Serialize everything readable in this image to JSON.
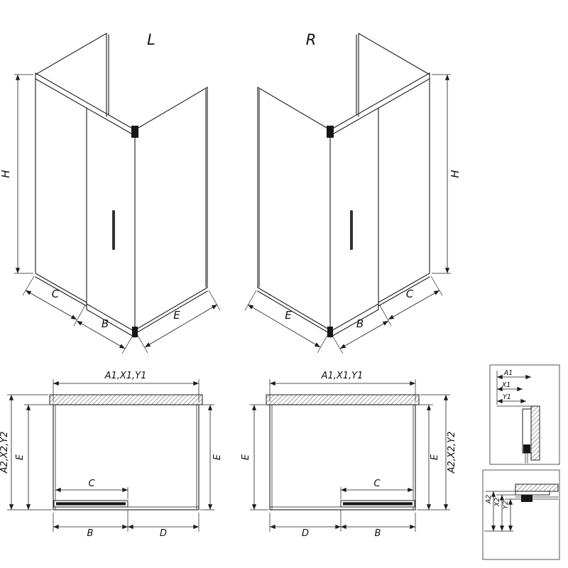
{
  "drawing": {
    "iso_left": {
      "label": "L",
      "dim_h": "H",
      "dim_c": "C",
      "dim_b": "B",
      "dim_e": "E"
    },
    "iso_right": {
      "label": "R",
      "dim_h": "H",
      "dim_c": "C",
      "dim_b": "B",
      "dim_e": "E"
    },
    "plan_left": {
      "dim_top": "A1,X1,Y1",
      "dim_outer": "A2,X2,Y2",
      "dim_e_left": "E",
      "dim_e_right": "E",
      "dim_c": "C",
      "dim_b": "B",
      "dim_d": "D"
    },
    "plan_right": {
      "dim_top": "A1,X1,Y1",
      "dim_outer": "A2,X2,Y2",
      "dim_e_left": "E",
      "dim_e_right": "E",
      "dim_c": "C",
      "dim_b": "B",
      "dim_d": "D"
    },
    "detail_top": {
      "dim_a1": "A1",
      "dim_x1": "X1",
      "dim_y1": "Y1"
    },
    "detail_bottom": {
      "dim_a2": "A2",
      "dim_x2": "X2",
      "dim_y2": "Y2"
    }
  },
  "colors": {
    "ink": "#1c1c1c",
    "background": "#ffffff"
  }
}
